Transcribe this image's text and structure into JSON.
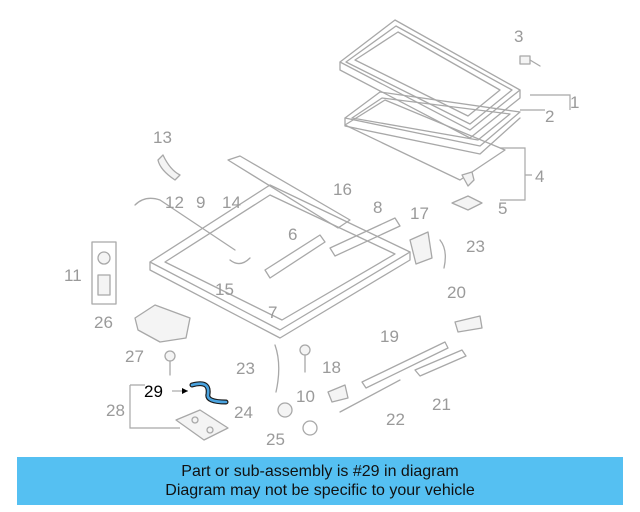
{
  "diagram": {
    "highlighted_part": "29",
    "callouts": [
      "1",
      "2",
      "3",
      "4",
      "5",
      "6",
      "7",
      "8",
      "9",
      "10",
      "11",
      "12",
      "13",
      "14",
      "15",
      "16",
      "17",
      "18",
      "19",
      "20",
      "21",
      "22",
      "23",
      "23",
      "24",
      "25",
      "26",
      "27",
      "28",
      "29"
    ],
    "colors": {
      "line_art": "#a8a8a8",
      "highlight_part": "#4aa3df",
      "banner": "#55c0f2"
    }
  },
  "banner": {
    "line1": "Part or sub-assembly is #29 in diagram",
    "line2": "Diagram may not be specific to your vehicle"
  }
}
